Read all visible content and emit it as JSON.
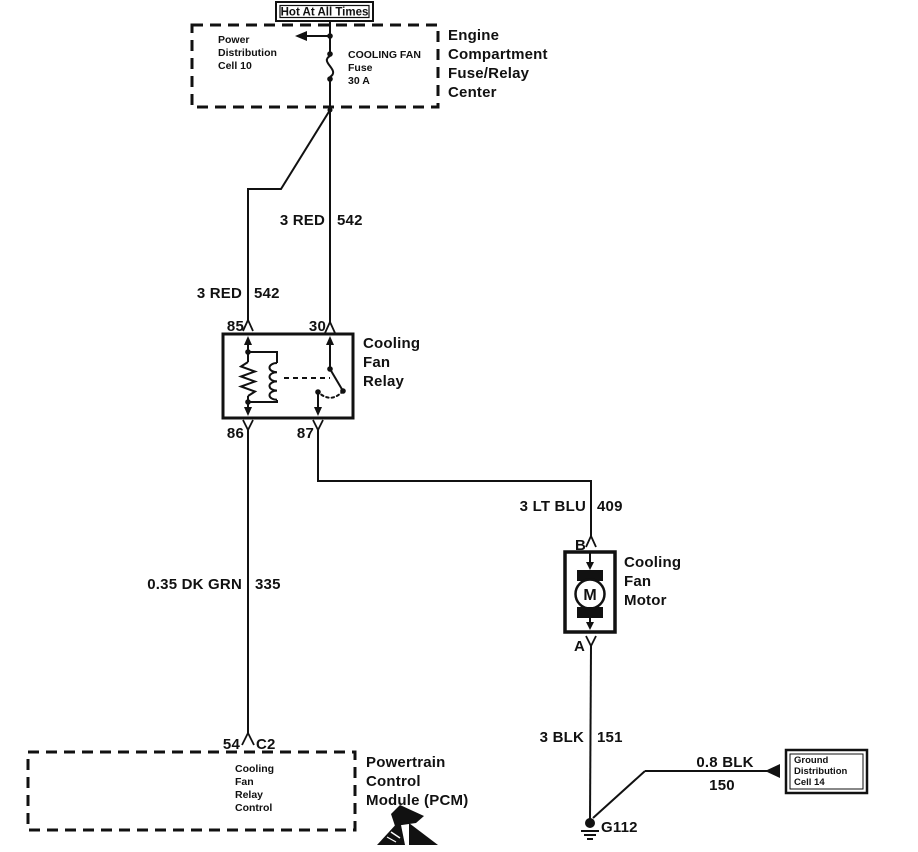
{
  "banner": {
    "text": "Hot At All Times"
  },
  "fuse_center": {
    "name_lines": [
      "Engine",
      "Compartment",
      "Fuse/Relay",
      "Center"
    ],
    "power_distribution_lines": [
      "Power",
      "Distribution",
      "Cell 10"
    ],
    "fuse_label_lines": [
      "COOLING FAN",
      "Fuse",
      "30 A"
    ]
  },
  "relay": {
    "name_lines": [
      "Cooling",
      "Fan",
      "Relay"
    ],
    "pin_85": "85",
    "pin_30": "30",
    "pin_86": "86",
    "pin_87": "87"
  },
  "motor": {
    "name_lines": [
      "Cooling",
      "Fan",
      "Motor"
    ],
    "letter": "M",
    "pin_b": "B",
    "pin_a": "A"
  },
  "pcm": {
    "pin_number": "54",
    "pin_connector": "C2",
    "signal_lines": [
      "Cooling",
      "Fan",
      "Relay",
      "Control"
    ],
    "name_lines": [
      "Powertrain",
      "Control",
      "Module (PCM)"
    ]
  },
  "ground": {
    "id": "G112",
    "distribution_lines": [
      "Ground",
      "Distribution",
      "Cell 14"
    ]
  },
  "wires": {
    "red_main": {
      "label": "3 RED",
      "circuit": "542"
    },
    "red_branch": {
      "label": "3 RED",
      "circuit": "542"
    },
    "lt_blu": {
      "label": "3 LT BLU",
      "circuit": "409"
    },
    "dk_grn": {
      "label": "0.35 DK GRN",
      "circuit": "335"
    },
    "blk_motor": {
      "label": "3 BLK",
      "circuit": "151"
    },
    "blk_ground": {
      "label": "0.8 BLK",
      "circuit": "150"
    }
  },
  "colors": {
    "ink": "#111111",
    "background": "#ffffff"
  }
}
